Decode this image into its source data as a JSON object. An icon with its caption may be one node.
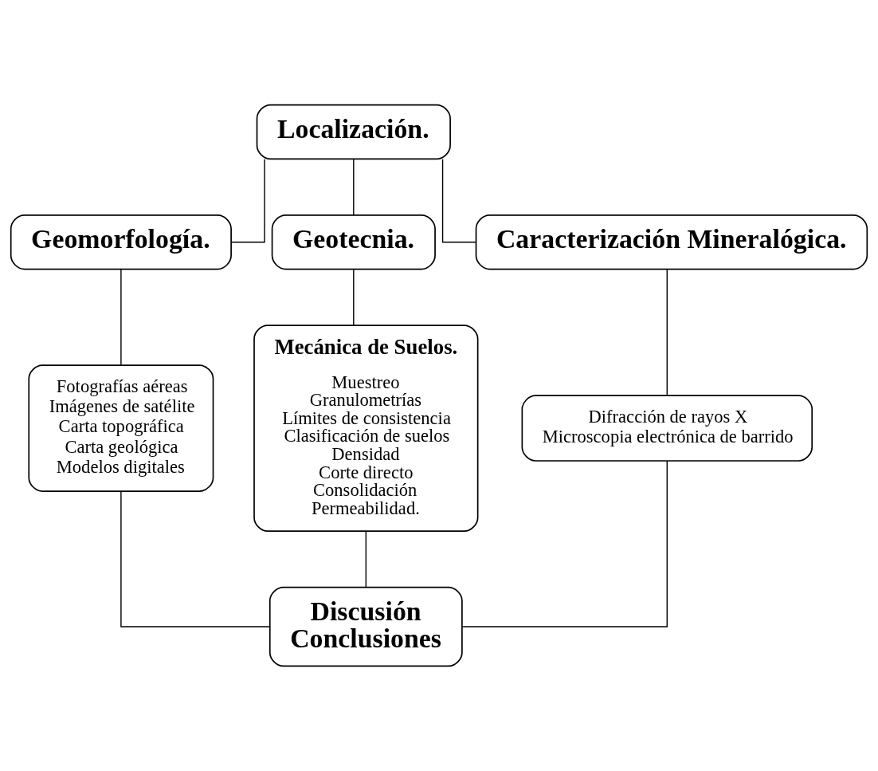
{
  "diagram": {
    "nodes": [
      {
        "text": [
          "Localización."
        ]
      },
      {
        "text": [
          "Geomorfología."
        ]
      },
      {
        "text": [
          "Geotecnia."
        ]
      },
      {
        "text": [
          "Caracterización Mineralógica."
        ]
      },
      {
        "text": [
          "Fotografías aéreas",
          "Imágenes de satélite",
          "Carta topográfica",
          "Carta geológica",
          "Modelos digitales"
        ]
      },
      {
        "text": [
          "Mecánica de Suelos.",
          "Muestreo",
          "Granulometrías",
          "Límites de consistencia",
          "Clasificación de suelos",
          "Densidad",
          "Corte directo",
          "Consolidación",
          "Permeabilidad."
        ]
      },
      {
        "text": [
          "Difracción de rayos X",
          "Microscopia electrónica de barrido"
        ]
      },
      {
        "text": [
          "Discusión",
          "Conclusiones"
        ]
      }
    ],
    "edges": [
      {
        "from": 0,
        "to": 1,
        "arrow": "none"
      },
      {
        "from": 0,
        "to": 2,
        "arrow": "none"
      },
      {
        "from": 0,
        "to": 3,
        "arrow": "none"
      },
      {
        "from": 1,
        "to": 4,
        "arrow": "none"
      },
      {
        "from": 2,
        "to": 5,
        "arrow": "none"
      },
      {
        "from": 3,
        "to": 6,
        "arrow": "none"
      },
      {
        "from": 4,
        "to": 7,
        "arrow": "none"
      },
      {
        "from": 5,
        "to": 7,
        "arrow": "none"
      },
      {
        "from": 6,
        "to": 7,
        "arrow": "none"
      }
    ]
  }
}
